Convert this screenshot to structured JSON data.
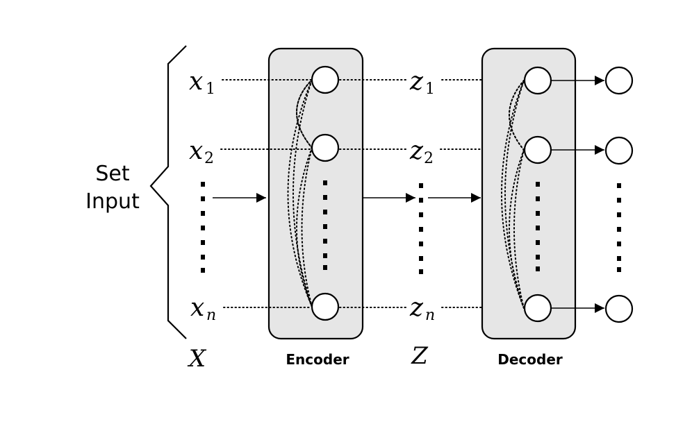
{
  "set_input": {
    "line1": "Set",
    "line2": "Input",
    "set_symbol": "X"
  },
  "inputs": [
    {
      "base": "x",
      "sub": "1"
    },
    {
      "base": "x",
      "sub": "2"
    },
    {
      "base": "x",
      "sub": "n"
    }
  ],
  "latents": [
    {
      "base": "z",
      "sub": "1"
    },
    {
      "base": "z",
      "sub": "2"
    },
    {
      "base": "z",
      "sub": "n"
    }
  ],
  "latent_symbol": "Z",
  "encoder": {
    "label": "Encoder"
  },
  "decoder": {
    "label": "Decoder"
  },
  "colors": {
    "box_fill": "#e6e6e6",
    "stroke": "#000000",
    "background": "#ffffff"
  }
}
